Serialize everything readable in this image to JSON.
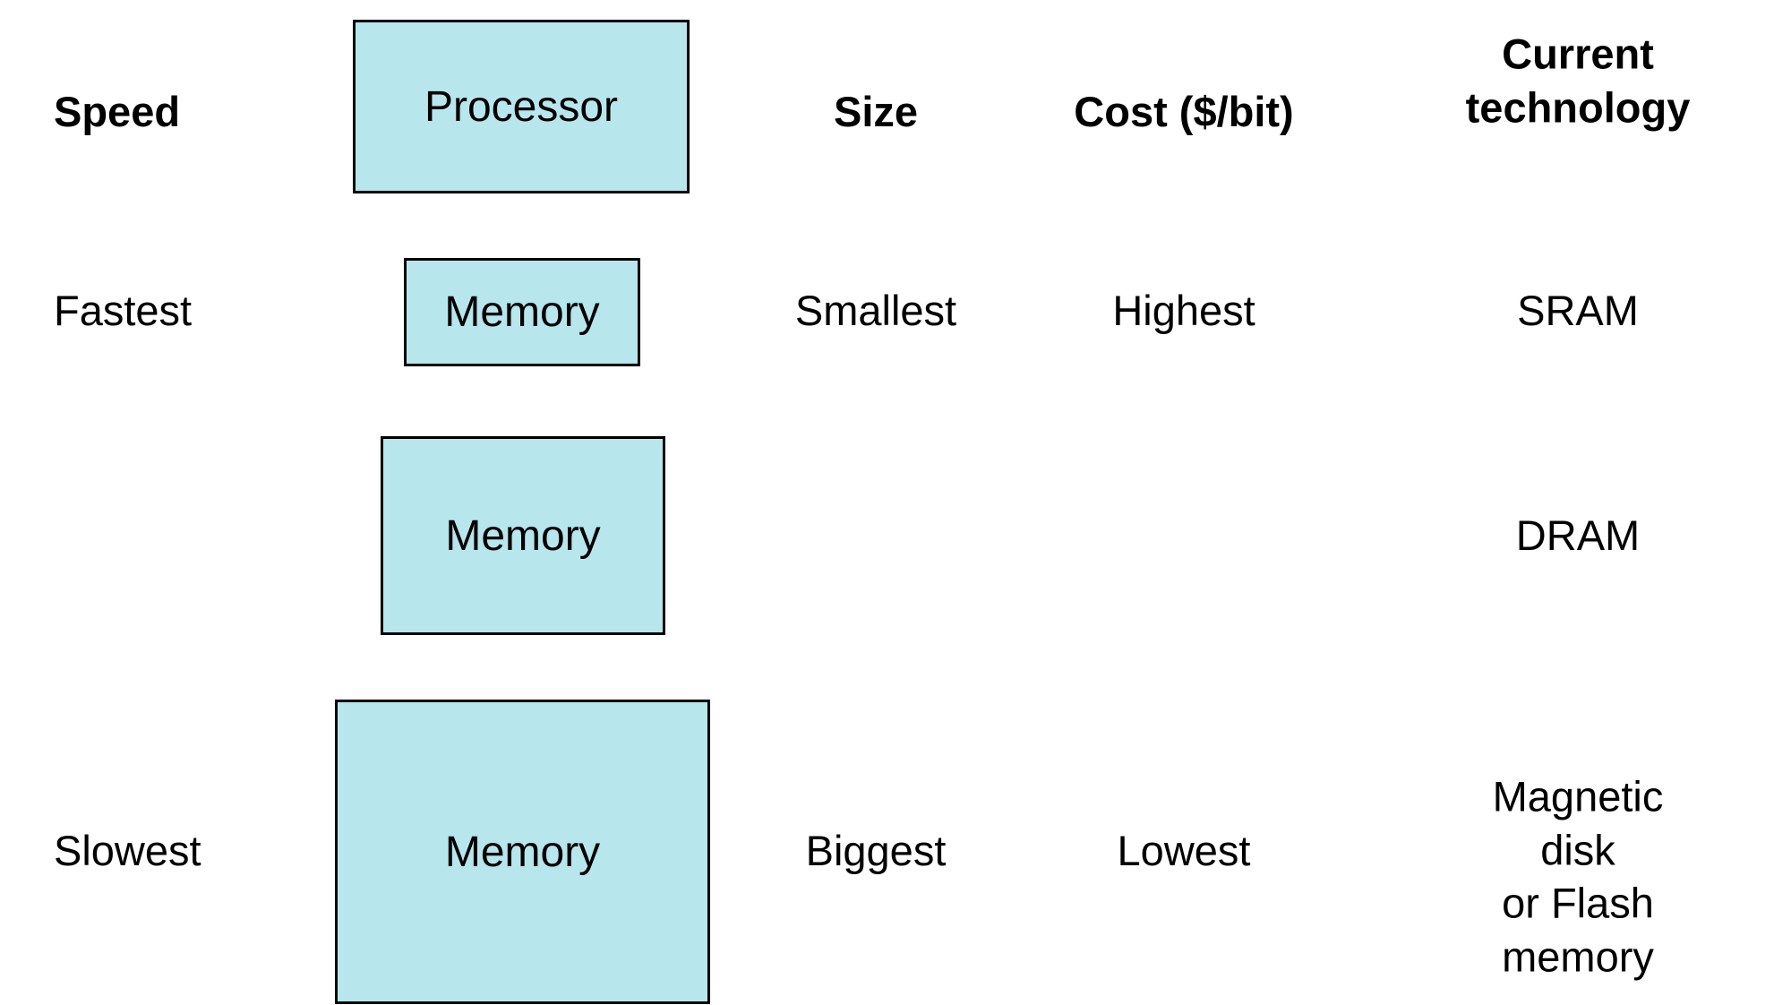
{
  "headers": {
    "speed": "Speed",
    "size": "Size",
    "cost": "Cost ($/bit)",
    "technology": "Current\ntechnology"
  },
  "processor_box": "Processor",
  "levels": [
    {
      "speed": "Fastest",
      "box_label": "Memory",
      "size": "Smallest",
      "cost": "Highest",
      "technology": "SRAM"
    },
    {
      "speed": "",
      "box_label": "Memory",
      "size": "",
      "cost": "",
      "technology": "DRAM"
    },
    {
      "speed": "Slowest",
      "box_label": "Memory",
      "size": "Biggest",
      "cost": "Lowest",
      "technology": "Magnetic disk\nor Flash memory"
    }
  ],
  "colors": {
    "box_fill": "#b7e6ed",
    "box_border": "#000000",
    "text": "#000000"
  }
}
